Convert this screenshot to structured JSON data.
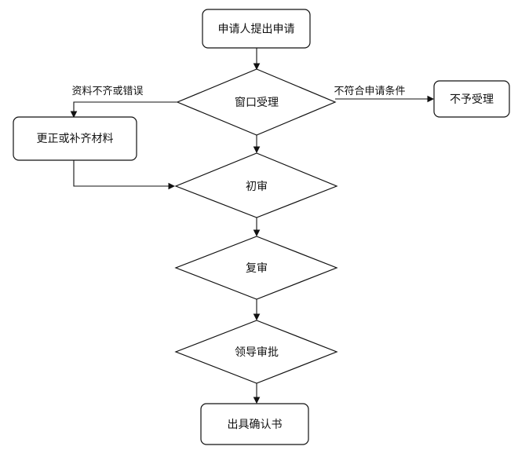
{
  "nodes": {
    "apply": "申请人提出申请",
    "window_accept": "窗口受理",
    "reject": "不予受理",
    "correct": "更正或补齐材料",
    "first_review": "初审",
    "second_review": "复审",
    "leader_approval": "领导审批",
    "issue_certificate": "出具确认书"
  },
  "edges": {
    "materials_incomplete": "资料不齐或错误",
    "not_qualified": "不符合申请条件"
  }
}
